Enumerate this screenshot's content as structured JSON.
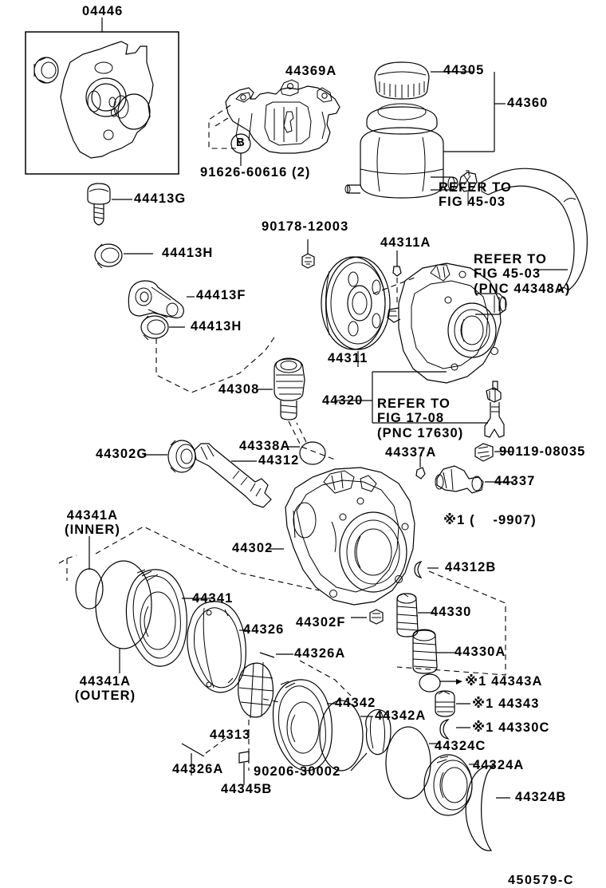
{
  "diagram": {
    "drawing_number": "450579-C",
    "note_mark": "※1 (    -9907)",
    "parts": [
      {
        "id": "p_04446",
        "code": "04446"
      },
      {
        "id": "p_44369A",
        "code": "44369A"
      },
      {
        "id": "p_44305",
        "code": "44305"
      },
      {
        "id": "p_44360",
        "code": "44360"
      },
      {
        "id": "p_91626",
        "code": "91626-60616 (2)"
      },
      {
        "id": "p_44413G",
        "code": "44413G"
      },
      {
        "id": "p_44413H1",
        "code": "44413H"
      },
      {
        "id": "p_44413F",
        "code": "44413F"
      },
      {
        "id": "p_44413H2",
        "code": "44413H"
      },
      {
        "id": "p_90178",
        "code": "90178-12003"
      },
      {
        "id": "p_44311A",
        "code": "44311A"
      },
      {
        "id": "p_44311",
        "code": "44311"
      },
      {
        "id": "p_44308",
        "code": "44308"
      },
      {
        "id": "p_44320",
        "code": "44320"
      },
      {
        "id": "p_44302G",
        "code": "44302G"
      },
      {
        "id": "p_44338A",
        "code": "44338A"
      },
      {
        "id": "p_44312",
        "code": "44312"
      },
      {
        "id": "p_44337A",
        "code": "44337A"
      },
      {
        "id": "p_90119",
        "code": "90119-08035"
      },
      {
        "id": "p_44337",
        "code": "44337"
      },
      {
        "id": "p_44302",
        "code": "44302"
      },
      {
        "id": "p_44312B",
        "code": "44312B"
      },
      {
        "id": "p_44330",
        "code": "44330"
      },
      {
        "id": "p_44330A",
        "code": "44330A"
      },
      {
        "id": "p_44343A",
        "code": "※1 44343A"
      },
      {
        "id": "p_44343",
        "code": "※1 44343"
      },
      {
        "id": "p_44330C",
        "code": "※1 44330C"
      },
      {
        "id": "p_44341A_inner",
        "code": "44341A\n(INNER)"
      },
      {
        "id": "p_44341A_outer",
        "code": "44341A\n(OUTER)"
      },
      {
        "id": "p_44341",
        "code": "44341"
      },
      {
        "id": "p_44326",
        "code": "44326"
      },
      {
        "id": "p_44302F",
        "code": "44302F"
      },
      {
        "id": "p_44326A_r",
        "code": "44326A"
      },
      {
        "id": "p_44342",
        "code": "44342"
      },
      {
        "id": "p_44313",
        "code": "44313"
      },
      {
        "id": "p_44342A",
        "code": "44342A"
      },
      {
        "id": "p_44326A_l",
        "code": "44326A"
      },
      {
        "id": "p_44345B",
        "code": "44345B"
      },
      {
        "id": "p_90206",
        "code": "90206-30002"
      },
      {
        "id": "p_44324C",
        "code": "44324C"
      },
      {
        "id": "p_44324A",
        "code": "44324A"
      },
      {
        "id": "p_44324B",
        "code": "44324B"
      }
    ],
    "references": [
      {
        "id": "ref1",
        "text": "REFER TO\nFIG 45-03"
      },
      {
        "id": "ref2",
        "text": "REFER TO\nFIG 45-03\n(PNC 44348A)"
      },
      {
        "id": "ref3",
        "text": "REFER TO\nFIG 17-08\n(PNC 17630)"
      }
    ],
    "callout_letters": [
      {
        "id": "cl_B",
        "text": "B"
      }
    ]
  }
}
